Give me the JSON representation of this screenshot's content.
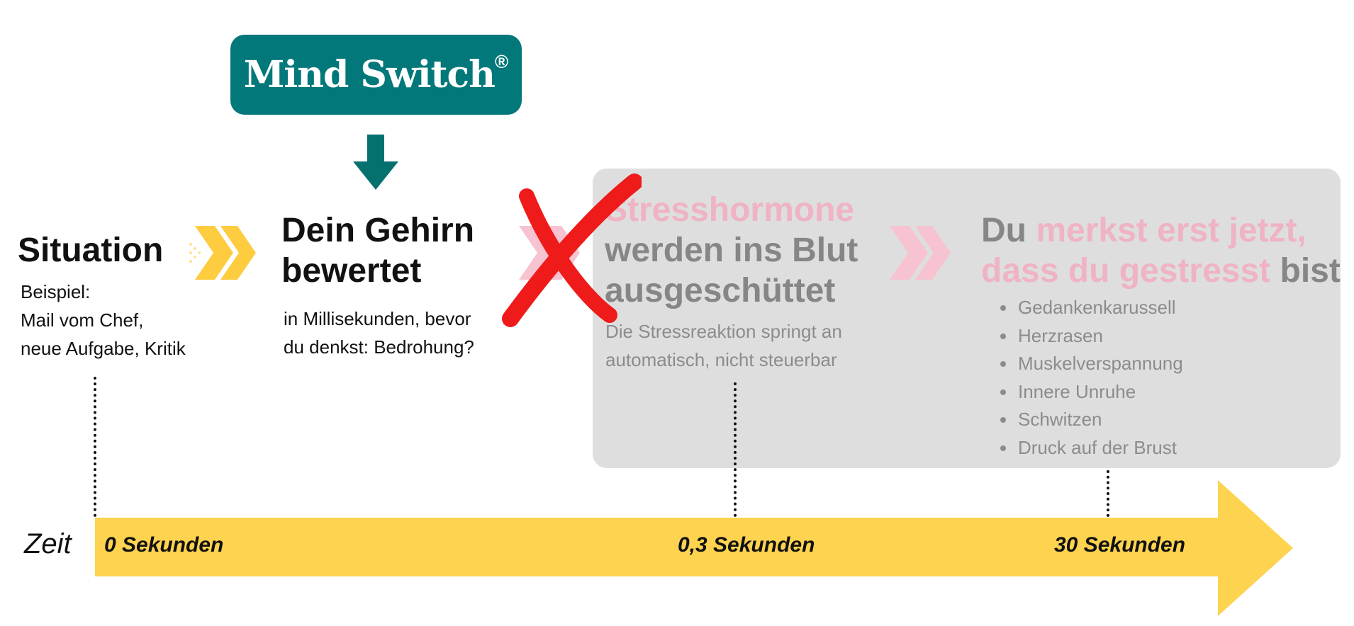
{
  "logo": {
    "text": "Mind Switch",
    "registered": "®"
  },
  "colors": {
    "logo_bg": "#03787a",
    "arrow_teal": "#05716f",
    "chevron_yellow": "#fdcd3f",
    "chevron_pink": "#f7c3d1",
    "timeline_yellow": "#fdd34f",
    "panel_grey": "#dedede",
    "cross_red": "#ef1a1a"
  },
  "situation": {
    "title": "Situation",
    "description": "Beispiel:\nMail vom Chef,\nneue Aufgabe, Kritik"
  },
  "brain": {
    "title_line1": "Dein Gehirn",
    "title_line2": "bewertet",
    "description": "in Millisekunden, bevor\ndu denkst: Bedrohung?"
  },
  "stress": {
    "title_line1": "Stresshormone",
    "title_line2": "werden ins Blut",
    "title_line3": "ausgeschüttet",
    "description": "Die Stressreaktion springt an\nautomatisch, nicht steuerbar"
  },
  "notice": {
    "line1_a": "Du ",
    "line1_b": "merkst erst jetzt,",
    "line2_a": "dass du gestresst",
    "line2_b": " bist",
    "symptoms": [
      "Gedankenkarussell",
      "Herzrasen",
      "Muskelverspannung",
      "Innere Unruhe",
      "Schwitzen",
      "Druck auf der Brust"
    ]
  },
  "timeline": {
    "axis_label": "Zeit",
    "ticks": [
      "0 Sekunden",
      "0,3 Sekunden",
      "30 Sekunden"
    ]
  },
  "icons": [
    "down-arrow-icon",
    "chevron-icon",
    "cross-icon"
  ]
}
